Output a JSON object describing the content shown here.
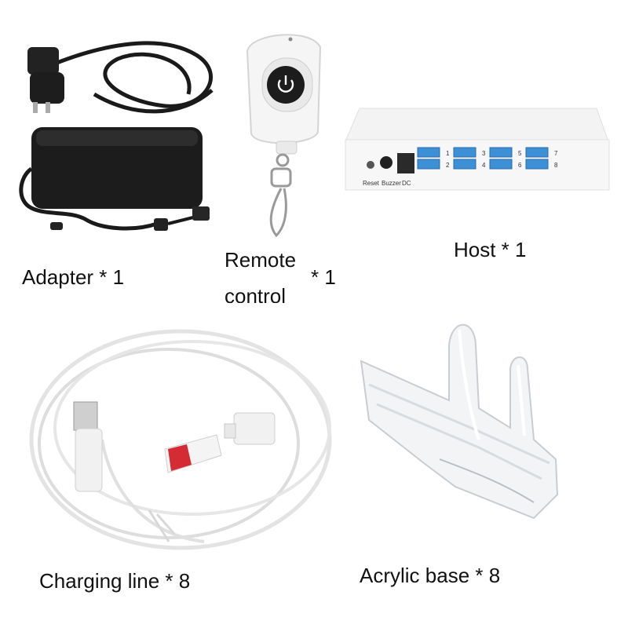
{
  "items": {
    "adapter": {
      "label": "Adapter * 1"
    },
    "remote": {
      "label_line1": "Remote",
      "label_line2": "control",
      "label_qty": "* 1"
    },
    "host": {
      "label": "Host * 1",
      "port_labels": {
        "reset": "Reset",
        "buzzer": "Buzzer",
        "dc": "DC"
      },
      "port_numbers": [
        "1",
        "2",
        "3",
        "4",
        "5",
        "6",
        "7",
        "8"
      ]
    },
    "charging_line": {
      "label": "Charging line * 8"
    },
    "acrylic_base": {
      "label": "Acrylic base * 8"
    }
  },
  "colors": {
    "usb_blue": "#3d8fd6",
    "adapter_black": "#1c1c1c",
    "sticker_red": "#d52b35"
  }
}
